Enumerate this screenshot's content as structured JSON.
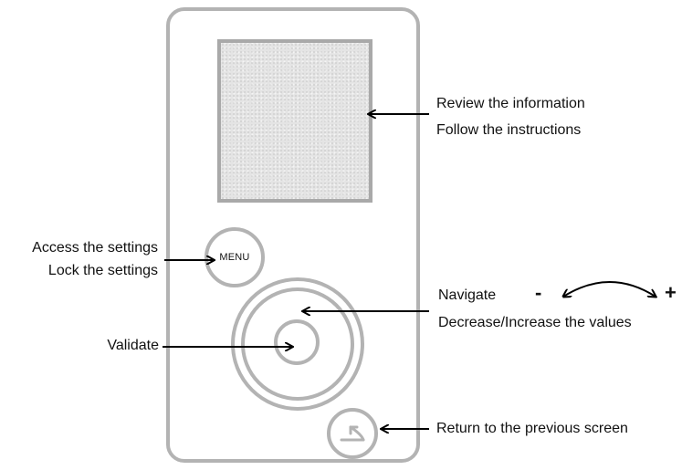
{
  "device": {
    "menu_button_label": "MENU"
  },
  "annotations": {
    "screen_line1": "Review the information",
    "screen_line2": "Follow the instructions",
    "settings_line1": "Access the settings",
    "settings_line2": "Lock the settings",
    "validate": "Validate",
    "navigate": "Navigate",
    "values": "Decrease/Increase the values",
    "minus": "-",
    "plus": "+",
    "back": "Return to the previous screen"
  },
  "colors": {
    "outline": "#b3b3b3",
    "screen_fill": "#e4e4e4",
    "arrow": "#000000"
  }
}
